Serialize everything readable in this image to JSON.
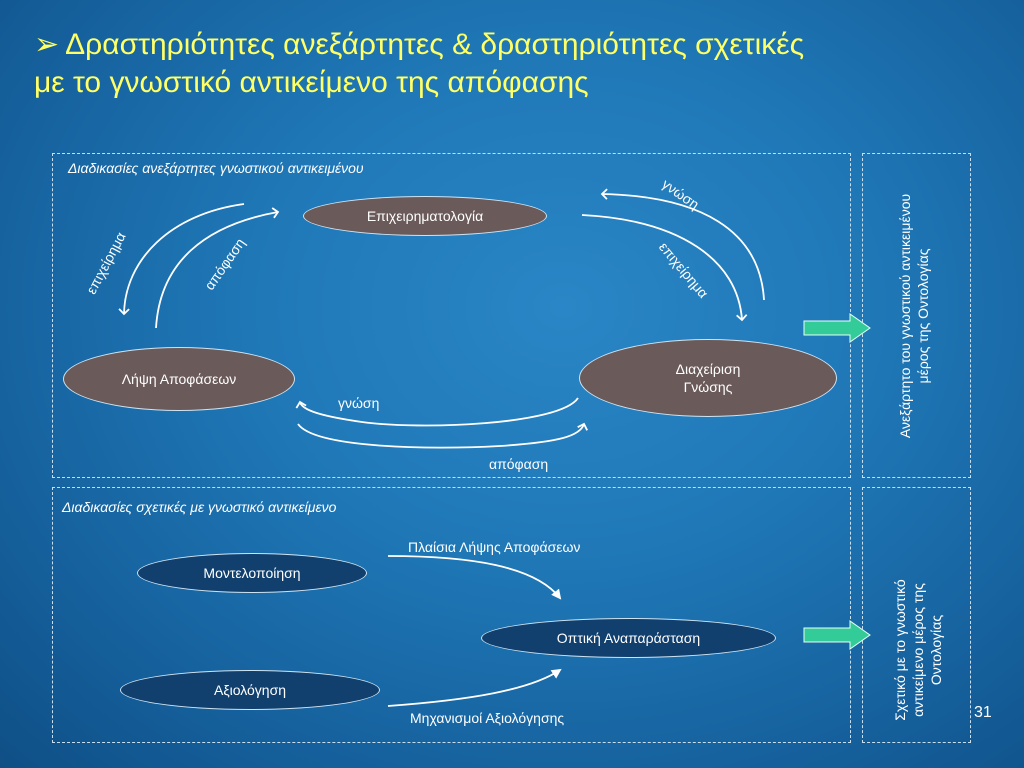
{
  "title": {
    "bullet": "➢",
    "line1": "Δραστηριότητες ανεξάρτητες & δραστηριότητες σχετικές",
    "line2": "με το γνωστικό αντικείμενο της απόφασης"
  },
  "top_section": {
    "label": "Διαδικασίες ανεξάρτητες γνωστικού αντικειμένου",
    "nodes": {
      "argumentation": "Επιχειρηματολογία",
      "decision_making": "Λήψη Αποφάσεων",
      "knowledge_management_line1": "Διαχείριση",
      "knowledge_management_line2": "Γνώσης"
    },
    "edges": {
      "left_outer": "επιχείρημα",
      "left_inner": "απόφαση",
      "right_outer": "γνώση",
      "right_inner": "επιχείρημα",
      "bottom_upper": "γνώση",
      "bottom_lower": "απόφαση"
    },
    "side_line1": "Ανεξάρτητο του γνωστικού αντικειμένου",
    "side_line2": "μέρος της Οντολογίας"
  },
  "bottom_section": {
    "label": "Διαδικασίες σχετικές με γνωστικό αντικείμενο",
    "nodes": {
      "modeling": "Μοντελοποίηση",
      "evaluation": "Αξιολόγηση",
      "visualization": "Οπτική Αναπαράσταση"
    },
    "edges": {
      "upper": "Πλαίσια Λήψης Αποφάσεων",
      "lower": "Μηχανισμοί Αξιολόγησης"
    },
    "side_line1": "Σχετικό με το γνωστικό",
    "side_line2": "αντικείμενο  μέρος της",
    "side_line3": "Οντολογίας"
  },
  "page_number": "31",
  "colors": {
    "title": "#ffff66",
    "node_brown": "#6b5a5a",
    "node_navy": "#11406f",
    "green_arrow": "#33cc99"
  }
}
